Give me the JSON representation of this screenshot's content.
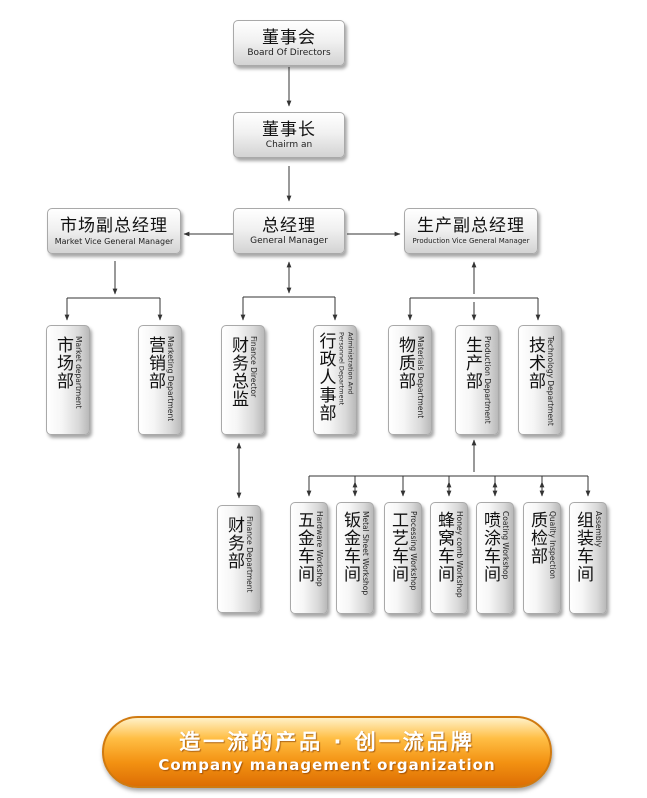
{
  "org": {
    "board": {
      "zh": "董事会",
      "en": "Board Of Directors"
    },
    "chairman": {
      "zh": "董事长",
      "en": "Chairm an"
    },
    "gm": {
      "zh": "总经理",
      "en": "General Manager"
    },
    "market_vp": {
      "zh": "市场副总经理",
      "en": "Market Vice General Manager"
    },
    "production_vp": {
      "zh": "生产副总经理",
      "en": "Production Vice General Manager"
    },
    "market_dept": {
      "zh": "市场部",
      "en": "Market department"
    },
    "marketing_dept": {
      "zh": "营销部",
      "en": "Marketing Department"
    },
    "finance_director": {
      "zh": "财务总监",
      "en": "Finance Director"
    },
    "admin_hr_dept": {
      "zh": "行政人事部",
      "en": "Administration And Personnel Department"
    },
    "materials_dept": {
      "zh": "物质部",
      "en": "Materials Department"
    },
    "production_dept": {
      "zh": "生产部",
      "en": "Production Department"
    },
    "technology_dept": {
      "zh": "技术部",
      "en": "Technology Department"
    },
    "finance_dept": {
      "zh": "财务部",
      "en": "Finance Department"
    },
    "hardware_ws": {
      "zh": "五金车间",
      "en": "Hardware Workshop"
    },
    "sheet_metal_ws": {
      "zh": "钣金车间",
      "en": "Metal Sheet Workshop"
    },
    "processing_ws": {
      "zh": "工艺车间",
      "en": "Processing Workshop"
    },
    "honeycomb_ws": {
      "zh": "蜂窝车间",
      "en": "Honey comb Workshop"
    },
    "coating_ws": {
      "zh": "喷涂车间",
      "en": "Coating Workshop"
    },
    "quality_dept": {
      "zh": "质检部",
      "en": "Quality Inspection"
    },
    "assembly_ws": {
      "zh": "组装车间",
      "en": "Assembly"
    }
  },
  "banner": {
    "slogan": "造一流的产品 · 创一流品牌",
    "subtitle": "Company management organization"
  },
  "colors": {
    "banner_orange": "#f39212",
    "box_gray": "#d9d9d9",
    "line": "#333333"
  }
}
